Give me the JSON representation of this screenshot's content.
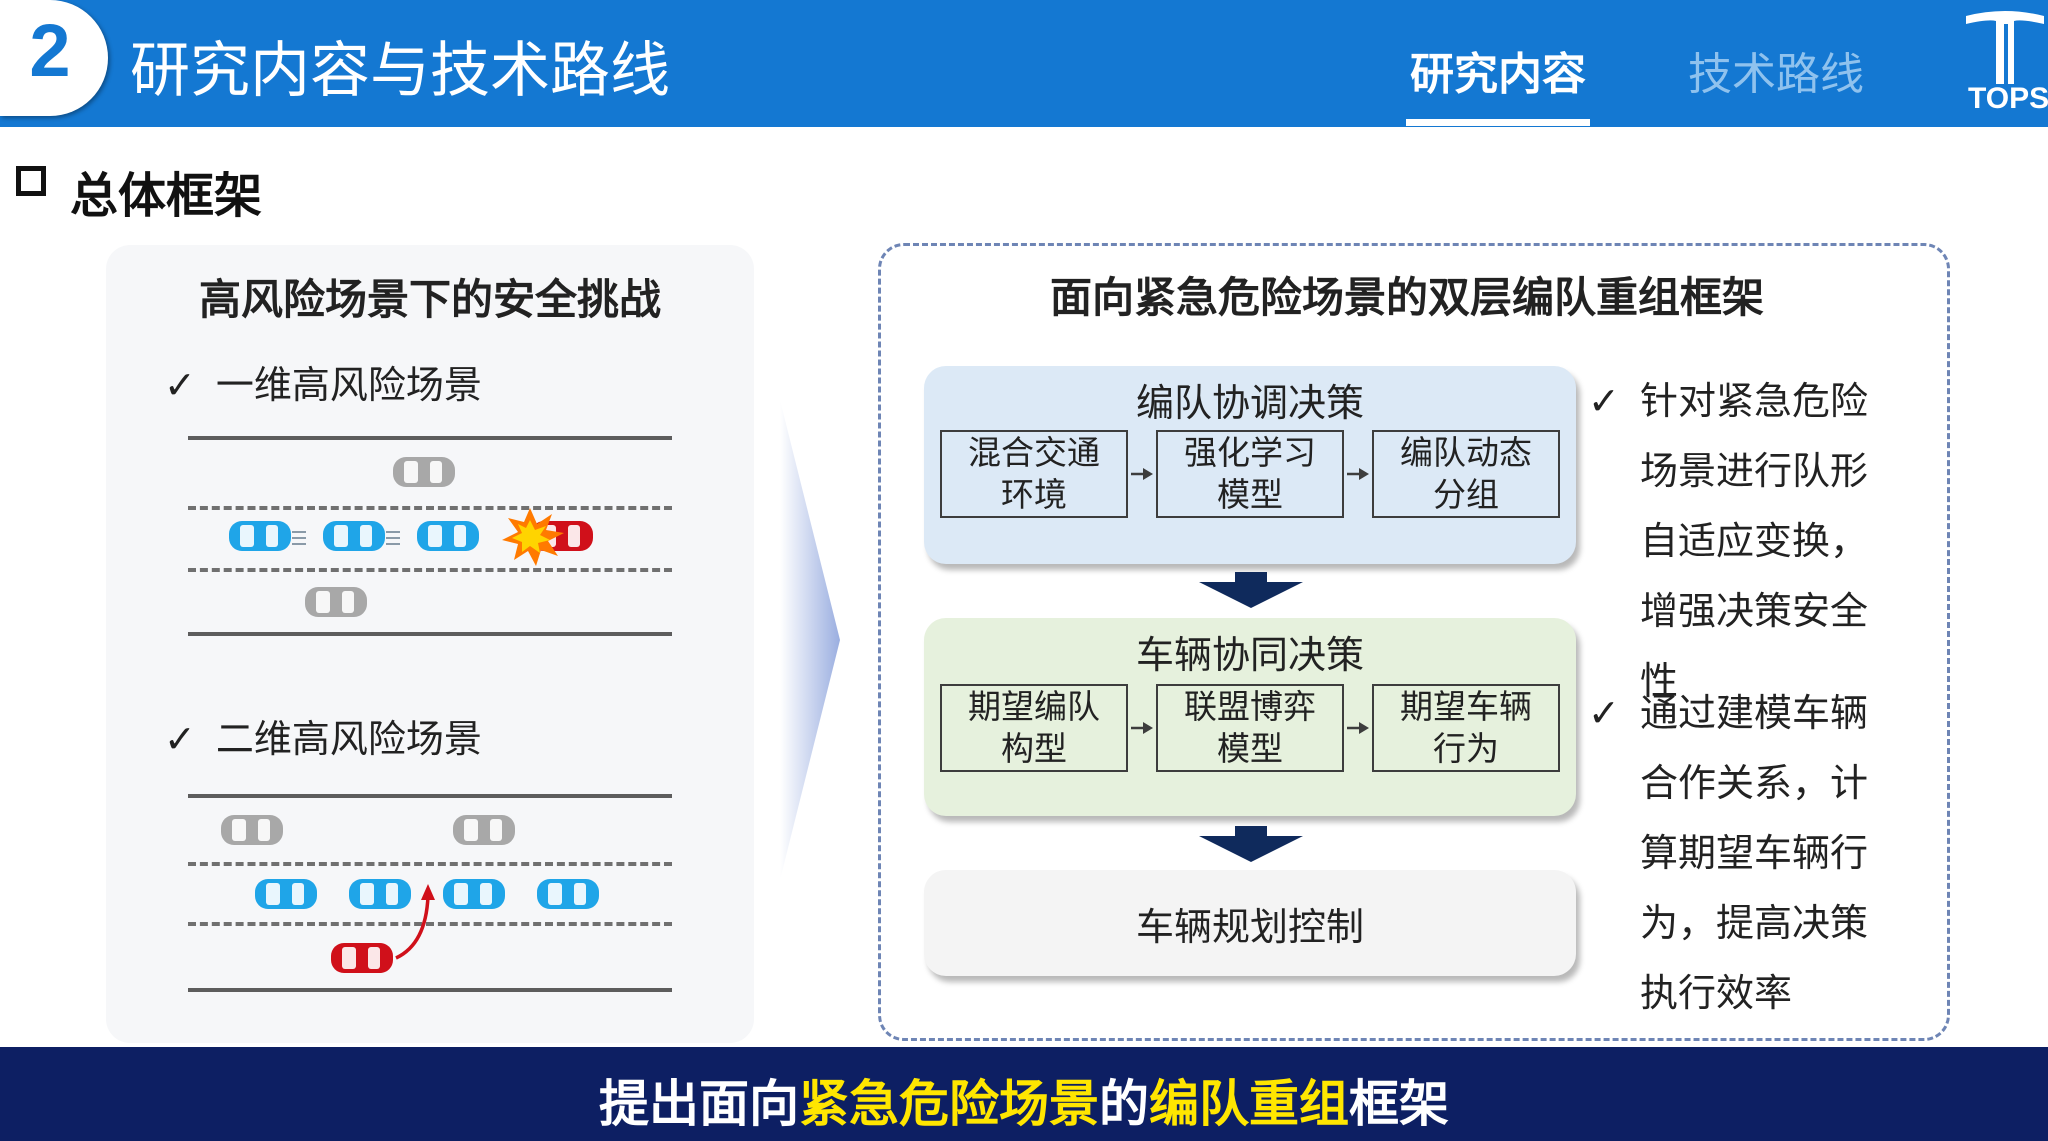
{
  "header": {
    "section_number": "2",
    "title": "研究内容与技术路线",
    "tabs": [
      {
        "label": "研究内容",
        "active": true
      },
      {
        "label": "技术路线",
        "active": false
      }
    ],
    "logo_text": "TOPS"
  },
  "section": {
    "title": "总体框架"
  },
  "left_panel": {
    "title": "高风险场景下的安全挑战",
    "scenarios": [
      {
        "check": "✓",
        "label": "一维高风险场景"
      },
      {
        "check": "✓",
        "label": "二维高风险场景"
      }
    ]
  },
  "right_panel": {
    "title": "面向紧急危险场景的双层编队重组框架",
    "groups": [
      {
        "title": "编队协调决策",
        "steps": [
          "混合交通\n环境",
          "强化学习\n模型",
          "编队动态\n分组"
        ]
      },
      {
        "title": "车辆协同决策",
        "steps": [
          "期望编队\n构型",
          "联盟博弈\n模型",
          "期望车辆\n行为"
        ]
      },
      {
        "title": "车辆规划控制"
      }
    ],
    "bullets": [
      {
        "check": "✓",
        "text": "针对紧急危险场景进行队形自适应变换，增强决策安全性"
      },
      {
        "check": "✓",
        "text": "通过建模车辆合作关系，计算期望车辆行为，提高决策执行效率"
      }
    ]
  },
  "footer": {
    "parts": [
      "提出面向",
      "紧急危险场景",
      "的",
      "编队重组",
      "框架"
    ]
  },
  "colors": {
    "header_blue": "#1478d2",
    "footer_navy": "#0d1f63",
    "highlight_yellow": "#ffe600",
    "platoon_car_blue": "#1fa5e8",
    "hazard_car_red": "#d0101a",
    "other_car_gray": "#a8a8a8"
  },
  "icons": [
    "check-icon",
    "car-icon",
    "collision-burst-icon",
    "lane-change-arrow-icon",
    "down-arrow-icon",
    "right-arrow-icon",
    "tops-logo-icon"
  ]
}
